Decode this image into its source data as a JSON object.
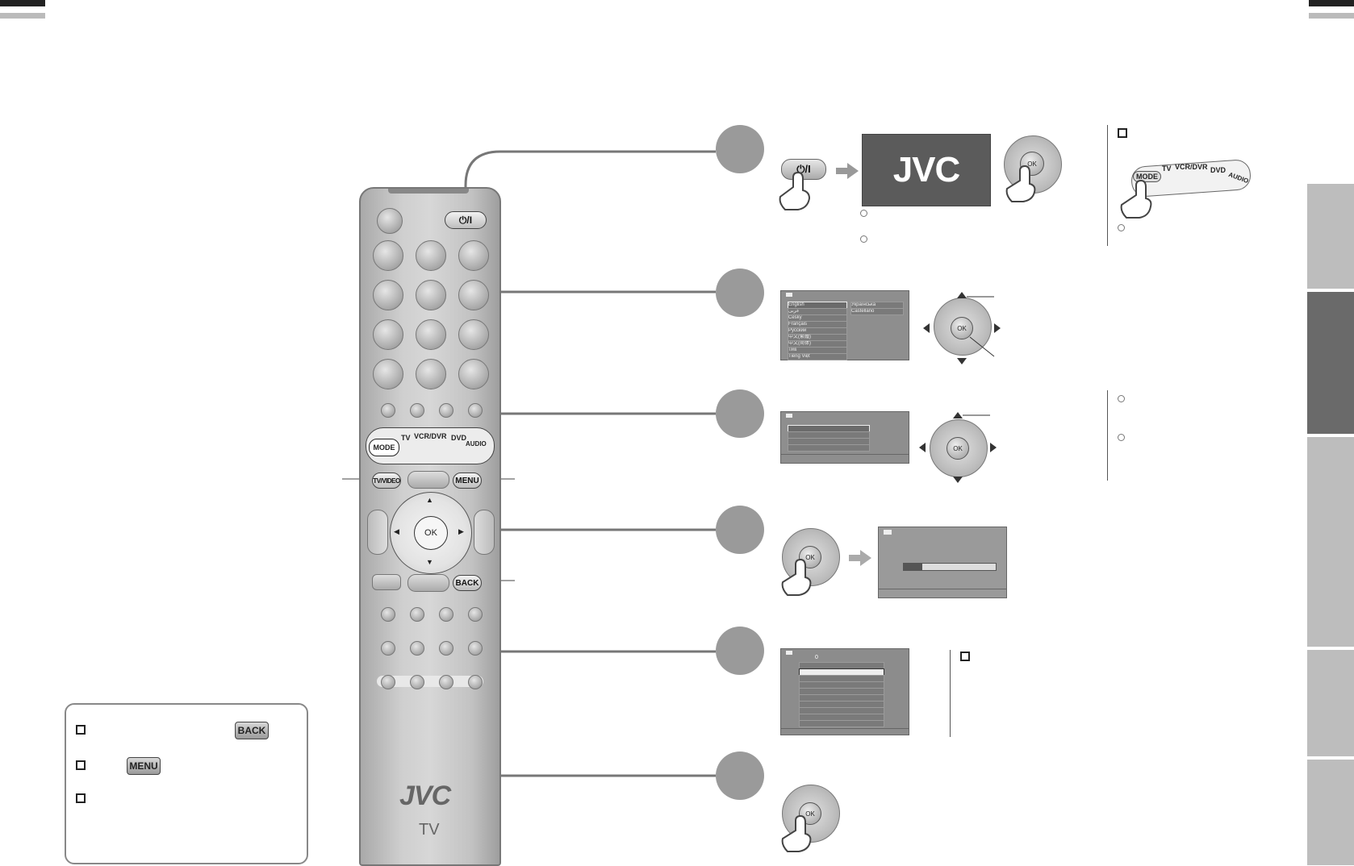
{
  "remote": {
    "power_label": "⏻/I",
    "mode_labels": [
      "MODE",
      "TV",
      "VCR/DVR",
      "DVD",
      "AUDIO"
    ],
    "tv_video_label": "TV/VIDEO",
    "menu_label": "MENU",
    "ok_label": "OK",
    "back_label": "BACK",
    "brand": "JVC",
    "brand_sub": "TV"
  },
  "step1": {
    "power_label": "⏻/I",
    "screen_brand": "JVC",
    "ok_label": "OK"
  },
  "mode_panel": {
    "mode_labels": [
      "MODE",
      "TV",
      "VCR/DVR",
      "DVD",
      "AUDIO"
    ]
  },
  "step2": {
    "menu_rows": [
      "English",
      "عربی",
      "Česky",
      "Français",
      "Русский",
      "中文(繁體)",
      "中文(简体)",
      "ไทย",
      "Tiếng Việt"
    ],
    "right_rows": [
      "Українська",
      "Castellano"
    ],
    "ok_label": "OK"
  },
  "step3": {
    "ok_label": "OK"
  },
  "step4": {
    "ok_label": "OK",
    "progress": 0.2
  },
  "step5": {
    "header_value": "0"
  },
  "step6": {
    "ok_label": "OK"
  },
  "note_box": {
    "back_label": "BACK",
    "menu_label": "MENU"
  }
}
